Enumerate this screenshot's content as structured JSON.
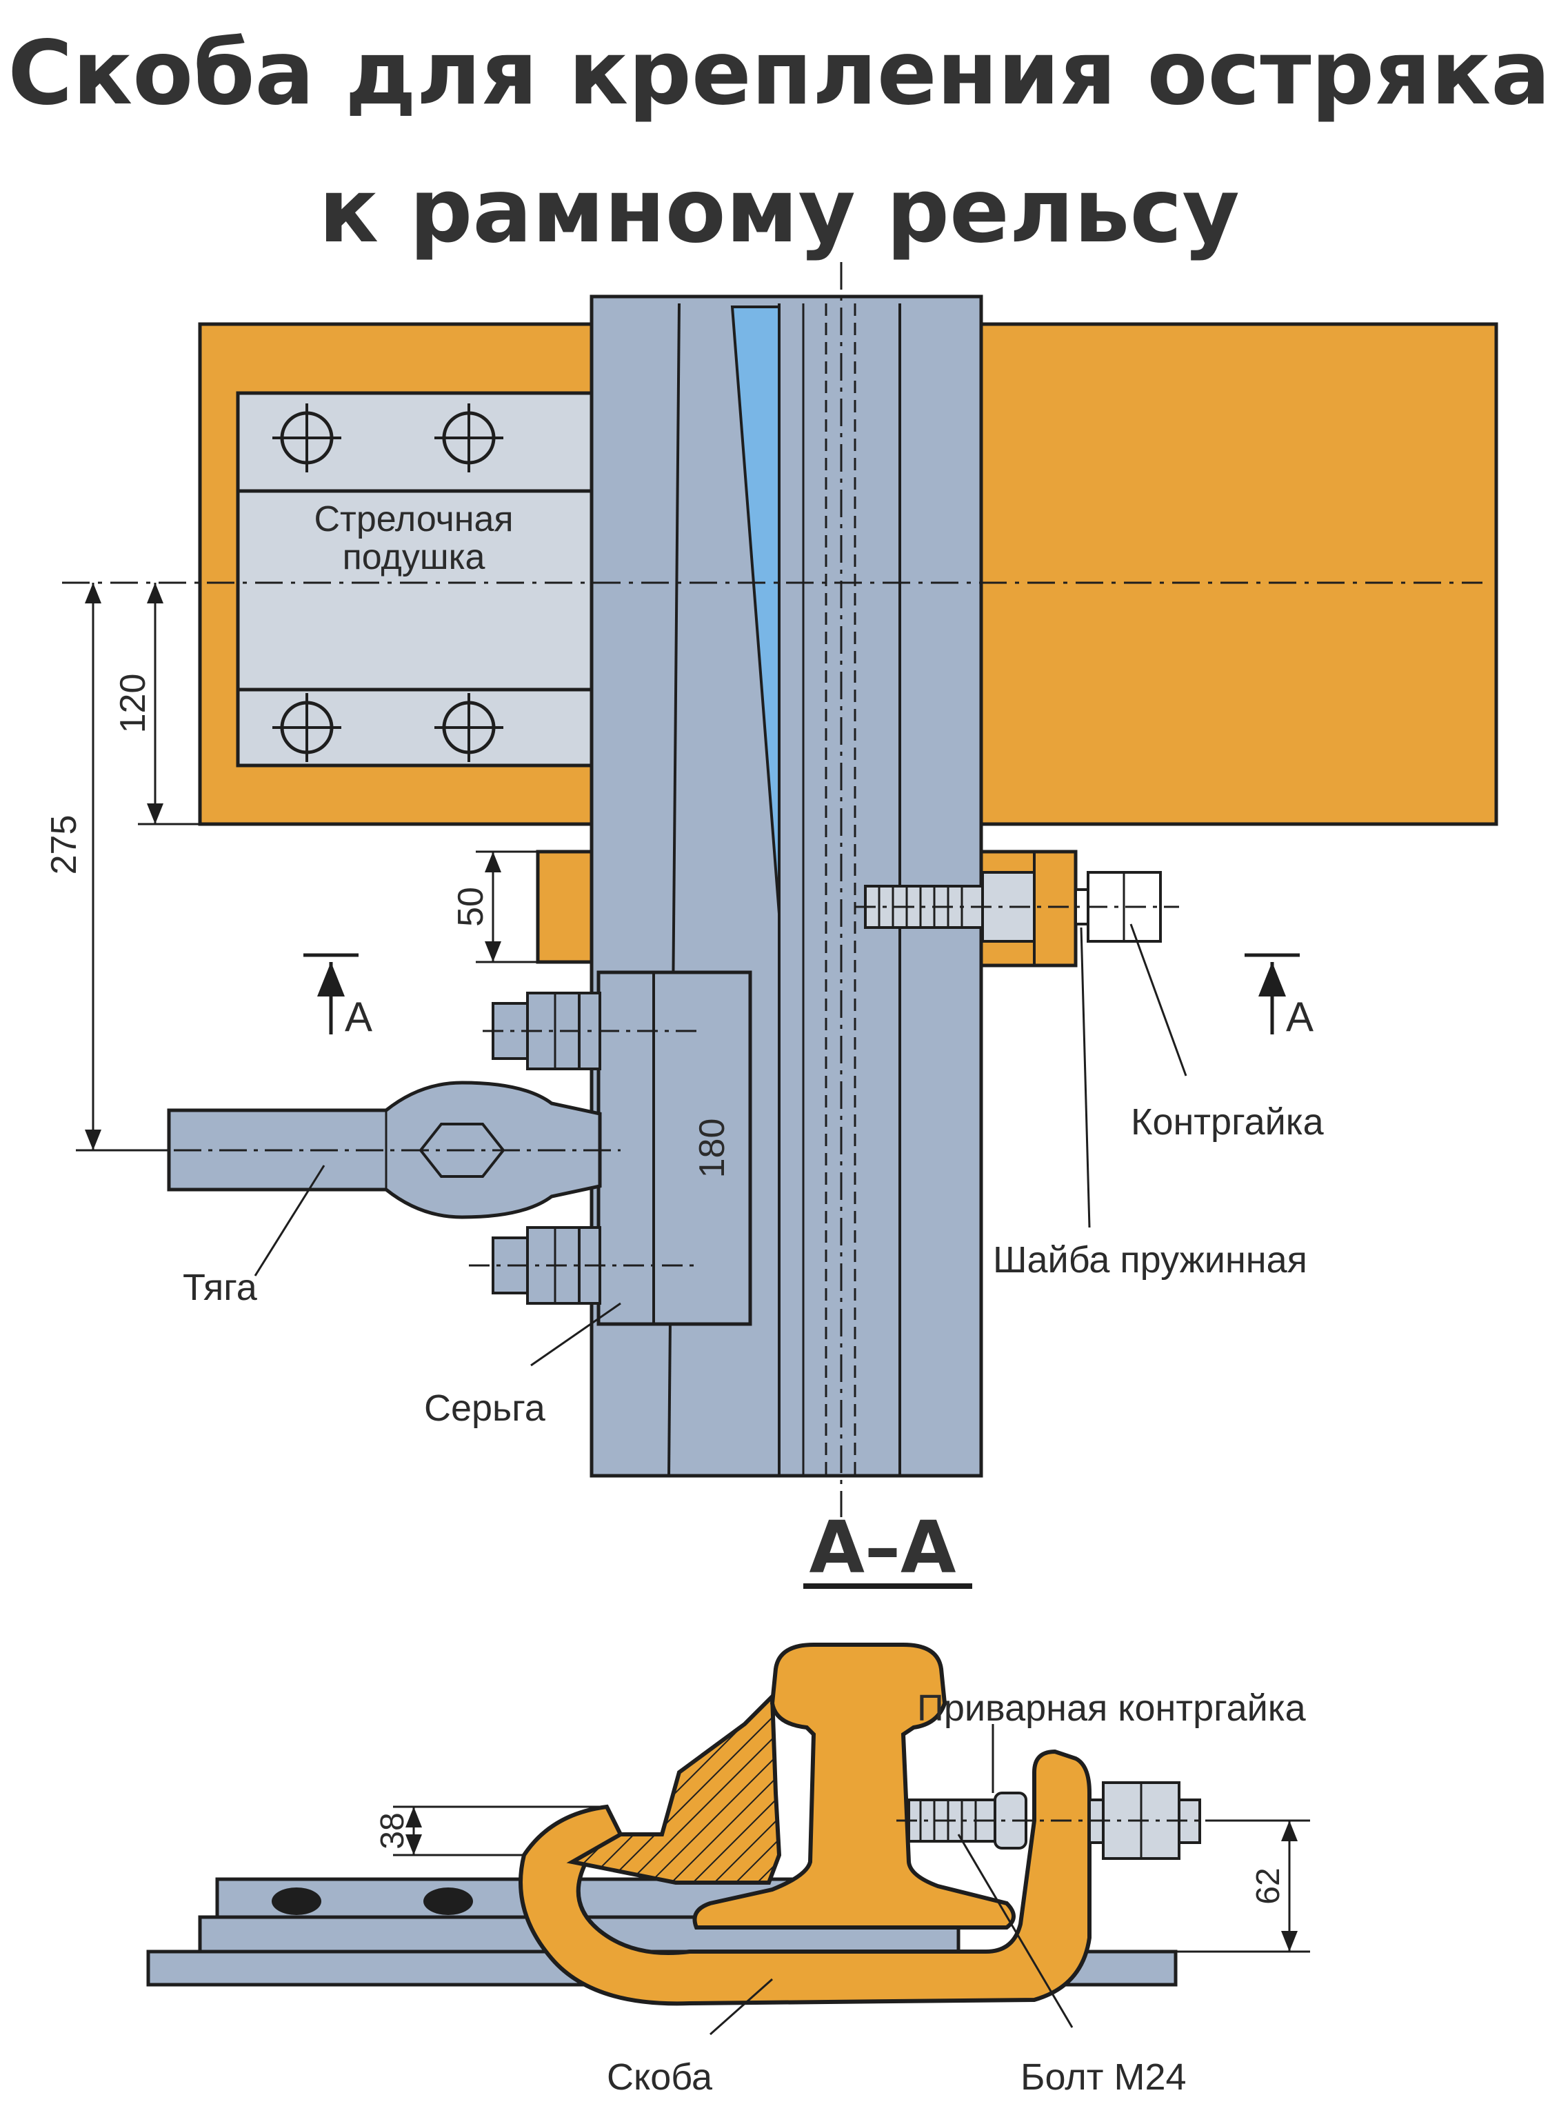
{
  "title": {
    "line1": "Скоба для крепления остряка",
    "line2": "к рамному рельсу"
  },
  "plan_view": {
    "labels": {
      "pad": "Стрелочная подушка",
      "pad_line1": "Стрелочная",
      "pad_line2": "подушка",
      "locknut": "Контргайка",
      "spring_washer": "Шайба пружинная",
      "rod": "Тяга",
      "earring": "Серьга"
    },
    "dimensions": {
      "d120": "120",
      "d275": "275",
      "d50": "50",
      "d180": "180"
    },
    "section_marks": {
      "left": "А",
      "right": "А"
    }
  },
  "section_view": {
    "title": "А–А",
    "labels": {
      "welded_locknut": "Приварная контргайка",
      "bracket": "Скоба",
      "bolt": "Болт М24"
    },
    "dimensions": {
      "d38": "38",
      "d62": "62"
    }
  },
  "colors": {
    "sleeper": "#e8a33a",
    "rail": "#a3b3c9",
    "rail_dark": "#8d9db5",
    "pad": "#cfd6df",
    "point_blade": "#79b6e6",
    "bracket": "#eaa437",
    "outline": "#1e1e1e"
  }
}
